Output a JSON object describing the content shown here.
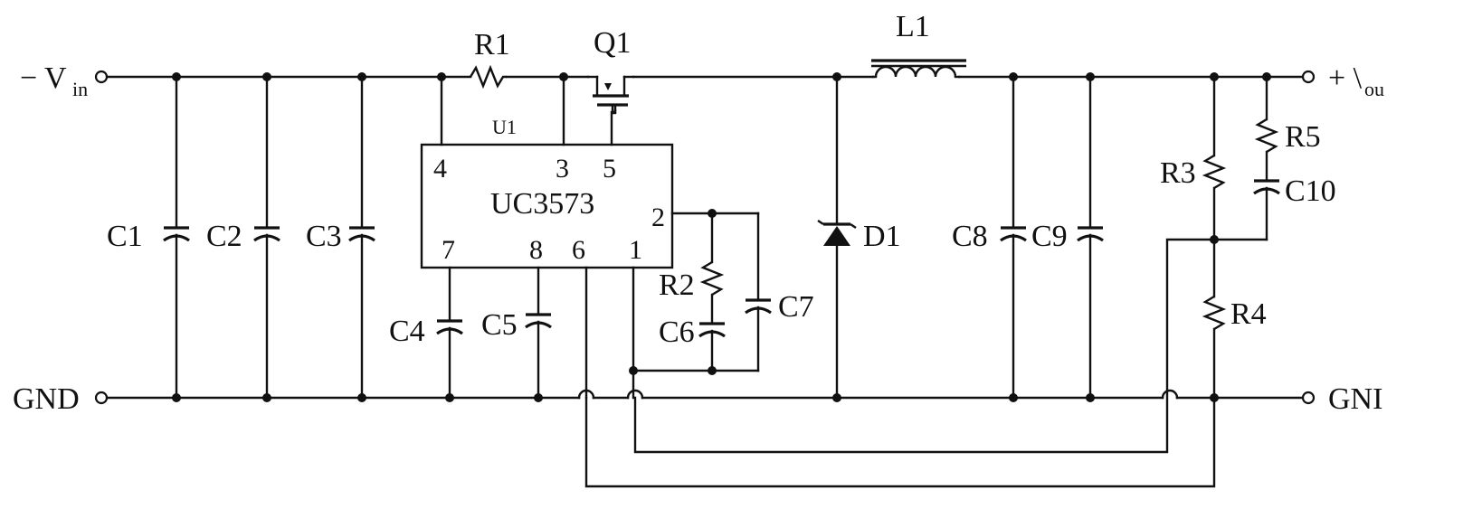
{
  "terminals": {
    "vin_label": "− V",
    "vin_sub": "in",
    "vout_label": "+ \\",
    "vout_sub": "ou",
    "gnd_left": "GND",
    "gnd_right": "GNI"
  },
  "ic": {
    "ref": "U1",
    "part": "UC3573",
    "pins": [
      "4",
      "3",
      "5",
      "2",
      "7",
      "8",
      "6",
      "1"
    ]
  },
  "components": {
    "R1": "R1",
    "Q1": "Q1",
    "L1": "L1",
    "D1": "D1",
    "C1": "C1",
    "C2": "C2",
    "C3": "C3",
    "C4": "C4",
    "C5": "C5",
    "C6": "C6",
    "C7": "C7",
    "C8": "C8",
    "C9": "C9",
    "C10": "C10",
    "R2": "R2",
    "R3": "R3",
    "R4": "R4",
    "R5": "R5"
  },
  "colors": {
    "ink": "#111111",
    "paper": "#ffffff"
  }
}
